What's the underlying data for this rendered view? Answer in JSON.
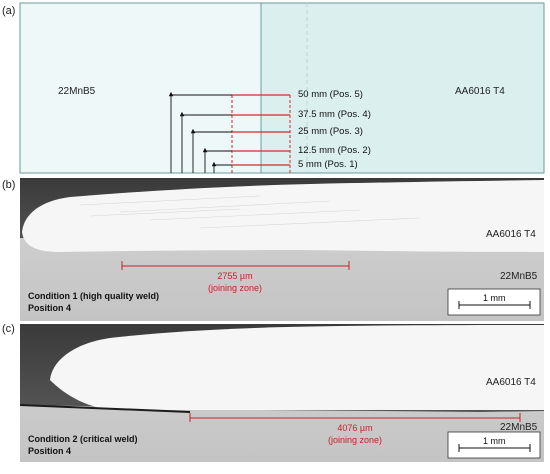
{
  "panels": {
    "a": {
      "label": "(a)",
      "left_material": "22MnB5",
      "right_material": "AA6016 T4",
      "positions": [
        {
          "label": "50 mm (Pos. 5)",
          "mm": 50
        },
        {
          "label": "37.5 mm (Pos. 4)",
          "mm": 37.5
        },
        {
          "label": "25 mm (Pos. 3)",
          "mm": 25
        },
        {
          "label": "12.5 mm (Pos. 2)",
          "mm": 12.5
        },
        {
          "label": "5 mm (Pos. 1)",
          "mm": 5
        }
      ]
    },
    "b": {
      "label": "(b)",
      "top_material": "AA6016 T4",
      "bottom_material": "22MnB5",
      "zone_value": "2755 µm",
      "zone_label": "(joining zone)",
      "condition_line1": "Condition 1 (high quality weld)",
      "condition_line2": "Position 4",
      "scale_label": "1 mm"
    },
    "c": {
      "label": "(c)",
      "top_material": "AA6016 T4",
      "bottom_material": "22MnB5",
      "zone_value": "4076 µm",
      "zone_label": "(joining zone)",
      "condition_line1": "Condition 2 (critical weld)",
      "condition_line2": "Position 4",
      "scale_label": "1 mm"
    }
  },
  "colors": {
    "steel_panel": "#eef8f8",
    "aluminium_panel": "#dcefef",
    "dimension_red": "#d42a2a",
    "zone_red": "#c8202a"
  }
}
